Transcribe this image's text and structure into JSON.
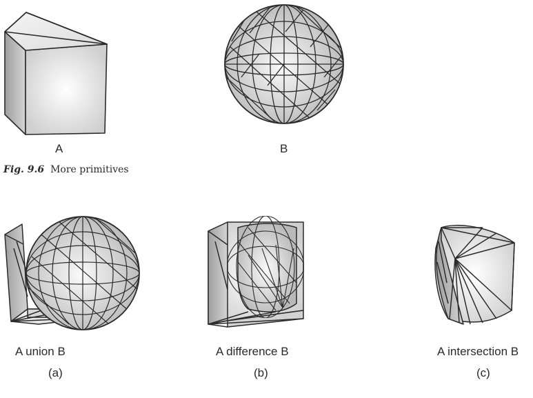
{
  "primitives": {
    "a_label": "A",
    "b_label": "B"
  },
  "caption": {
    "number": "Fig. 9.6",
    "text": "More primitives"
  },
  "operations": [
    {
      "label": "A union  B",
      "tag": "(a)"
    },
    {
      "label": "A difference B",
      "tag": "(b)"
    },
    {
      "label": "A intersection B",
      "tag": "(c)"
    }
  ]
}
